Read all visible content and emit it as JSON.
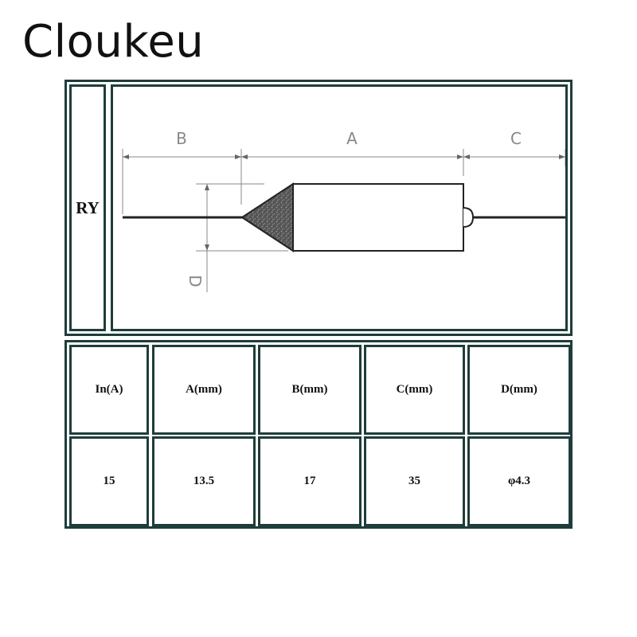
{
  "brand": "Cloukeu",
  "diagram": {
    "model_label": "RY",
    "dimension_labels": {
      "a": "A",
      "b": "B",
      "c": "C",
      "d": "D"
    }
  },
  "spec_table": {
    "headers": [
      "In(A)",
      "A(mm)",
      "B(mm)",
      "C(mm)",
      "D(mm)"
    ],
    "rows": [
      [
        "15",
        "13.5",
        "17",
        "35",
        "φ4.3"
      ]
    ]
  }
}
